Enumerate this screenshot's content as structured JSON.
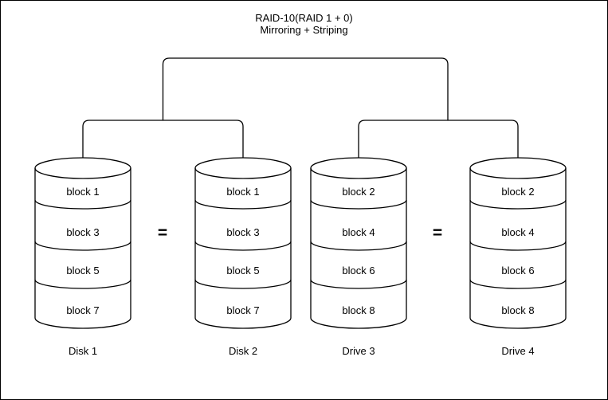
{
  "title": {
    "line1": "RAID-10(RAID 1 + 0)",
    "line2": "Mirroring + Striping"
  },
  "disks": [
    {
      "name": "Disk 1",
      "blocks": [
        "block 1",
        "block 3",
        "block 5",
        "block 7"
      ]
    },
    {
      "name": "Disk 2",
      "blocks": [
        "block 1",
        "block 3",
        "block 5",
        "block 7"
      ]
    },
    {
      "name": "Drive 3",
      "blocks": [
        "block 2",
        "block 4",
        "block 6",
        "block 8"
      ]
    },
    {
      "name": "Drive 4",
      "blocks": [
        "block 2",
        "block 4",
        "block 6",
        "block 8"
      ]
    }
  ],
  "equals": [
    {
      "symbol": "="
    },
    {
      "symbol": "="
    }
  ],
  "colors": {
    "stroke": "#000000",
    "background": "#ffffff",
    "text": "#000000"
  }
}
